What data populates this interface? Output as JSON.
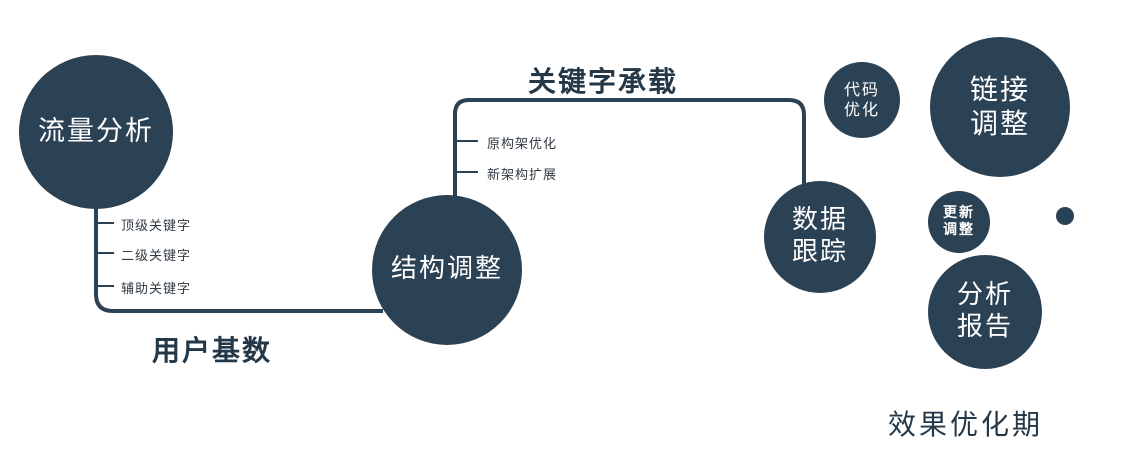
{
  "colors": {
    "primary": "#2b4154",
    "label_text": "#243848",
    "branch_text": "#333b44",
    "node_text": "#ffffff",
    "background": "#ffffff"
  },
  "nodes": {
    "traffic_analysis": {
      "label": "流量分析"
    },
    "structure_adjustment": {
      "label": "结构调整"
    },
    "data_tracking": {
      "label": "数据\n跟踪"
    },
    "code_optimization": {
      "label": "代码\n优化"
    },
    "link_adjustment": {
      "label": "链接\n调整"
    },
    "update_adjustment": {
      "label": "更新\n调整"
    },
    "analysis_report": {
      "label": "分析\n报告"
    }
  },
  "edge_labels": {
    "user_base": "用户基数",
    "keyword_carrying": "关键字承载"
  },
  "branch_labels": {
    "top_keywords": "顶级关键字",
    "secondary_keywords": "二级关键字",
    "auxiliary_keywords": "辅助关键字",
    "original_architecture_optimization": "原构架优化",
    "new_architecture_expansion": "新架构扩展"
  },
  "caption": "效果优化期"
}
